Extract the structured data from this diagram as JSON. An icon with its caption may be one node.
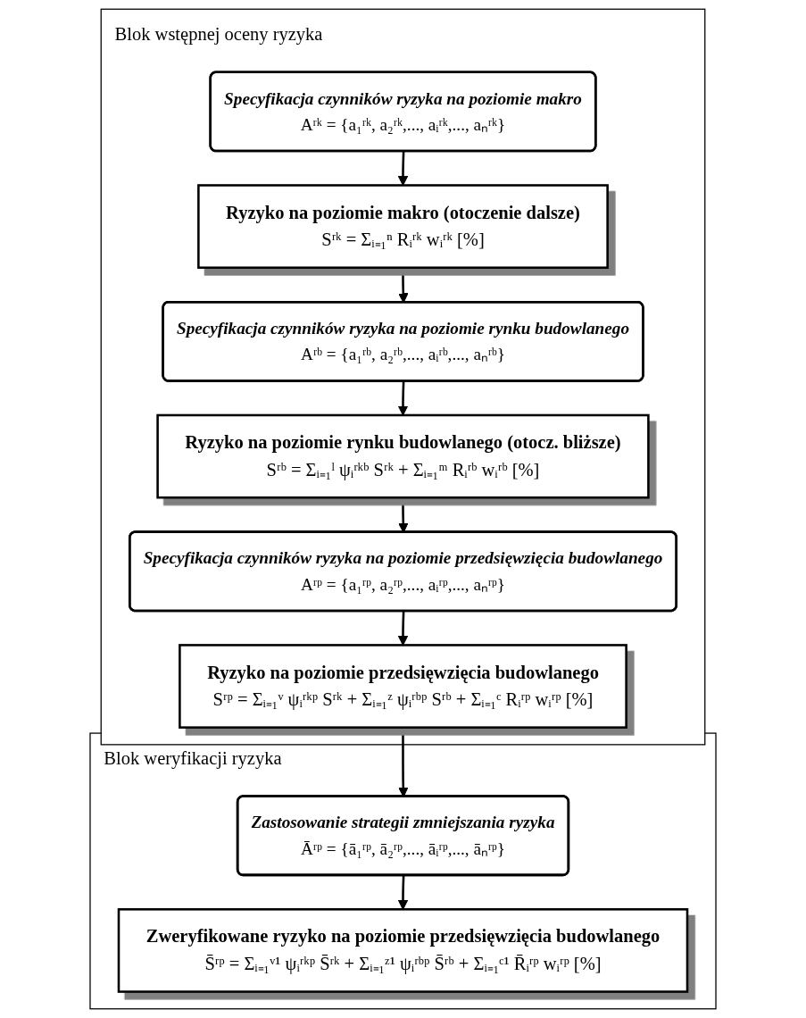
{
  "diagram": {
    "nodes": [
      {
        "text": [
          "Blok wstępnej oceny ryzyka"
        ]
      },
      {
        "text": [
          "Specyfikacja czynników ryzyka na poziomie makro",
          "Aʳᵏ = {a₁ʳᵏ, a₂ʳᵏ,..., aᵢʳᵏ,..., aₙʳᵏ}"
        ],
        "in": 0
      },
      {
        "text": [
          "Ryzyko na poziomie makro (otoczenie dalsze)",
          "Sʳᵏ = Σᵢ₌₁ⁿ Rᵢʳᵏ wᵢʳᵏ [%]"
        ],
        "in": 0
      },
      {
        "text": [
          "Specyfikacja czynników ryzyka na poziomie rynku budowlanego",
          "Aʳᵇ = {a₁ʳᵇ, a₂ʳᵇ,..., aᵢʳᵇ,..., aₙʳᵇ}"
        ],
        "in": 0
      },
      {
        "text": [
          "Ryzyko na poziomie rynku budowlanego (otocz. bliższe)",
          "Sʳᵇ = Σᵢ₌₁ˡ ψᵢʳᵏᵇ Sʳᵏ + Σᵢ₌₁ᵐ Rᵢʳᵇ wᵢʳᵇ [%]"
        ],
        "in": 0
      },
      {
        "text": [
          "Specyfikacja czynników ryzyka na poziomie przedsięwzięcia budowlanego",
          "Aʳᵖ = {a₁ʳᵖ, a₂ʳᵖ,..., aᵢʳᵖ,..., aₙʳᵖ}"
        ],
        "in": 0
      },
      {
        "text": [
          "Ryzyko na poziomie przedsięwzięcia budowlanego",
          "Sʳᵖ = Σᵢ₌₁ᵛ ψᵢʳᵏᵖ Sʳᵏ + Σᵢ₌₁ᶻ ψᵢʳᵇᵖ Sʳᵇ + Σᵢ₌₁ᶜ Rᵢʳᵖ wᵢʳᵖ [%]"
        ],
        "in": 0
      },
      {
        "text": [
          "Blok weryfikacji ryzyka"
        ]
      },
      {
        "text": [
          "Zastosowanie strategii zmniejszania ryzyka",
          "Āʳᵖ = {ā₁ʳᵖ, ā₂ʳᵖ,..., āᵢʳᵖ,..., āₙʳᵖ}"
        ],
        "in": 7
      },
      {
        "text": [
          "Zweryfikowane ryzyko na poziomie przedsięwzięcia budowlanego",
          "S̄ʳᵖ = Σᵢ₌₁ᵛ¹ ψᵢʳᵏᵖ S̄ʳᵏ + Σᵢ₌₁ᶻ¹ ψᵢʳᵇᵖ S̄ʳᵇ + Σᵢ₌₁ᶜ¹ R̄ᵢʳᵖ wᵢʳᵖ [%]"
        ],
        "in": 7
      }
    ],
    "edges": [
      {
        "from": 1,
        "to": 2,
        "arrow": "to"
      },
      {
        "from": 2,
        "to": 3,
        "arrow": "to"
      },
      {
        "from": 3,
        "to": 4,
        "arrow": "to"
      },
      {
        "from": 4,
        "to": 5,
        "arrow": "to"
      },
      {
        "from": 5,
        "to": 6,
        "arrow": "to"
      },
      {
        "from": 6,
        "to": 8,
        "arrow": "to"
      },
      {
        "from": 8,
        "to": 9,
        "arrow": "to"
      }
    ]
  }
}
